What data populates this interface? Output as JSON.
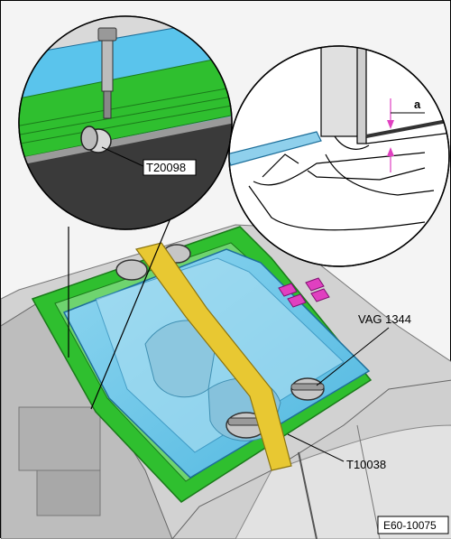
{
  "labels": {
    "t20098": "T20098",
    "vag1344": "VAG 1344",
    "t10038": "T10038",
    "dim_a": "a",
    "figure_id": "E60-10075"
  },
  "colors": {
    "glass": "#63c4e8",
    "glass_light": "#9fdcf2",
    "seal_green": "#2fbf2f",
    "strap_yellow": "#e8c832",
    "marker_magenta": "#e040c0",
    "car_gray": "#c8c8c8",
    "outline": "#000000"
  }
}
